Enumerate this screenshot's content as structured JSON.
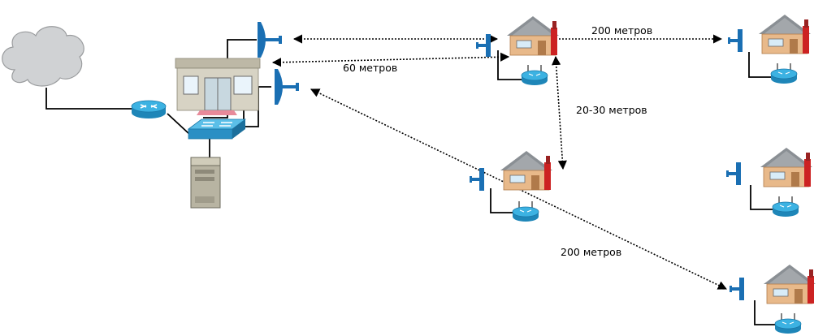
{
  "labels": {
    "link_top": "200 метров",
    "link_office_house1": "60 метров",
    "link_vertical": "20-30 метров",
    "link_diagonal": "200 метров"
  },
  "colors": {
    "router": "#2aa0d4",
    "antenna": "#1a6fb3",
    "house_wall": "#e8b98a",
    "house_roof": "#8a8f94",
    "house_accent": "#cc2222"
  }
}
